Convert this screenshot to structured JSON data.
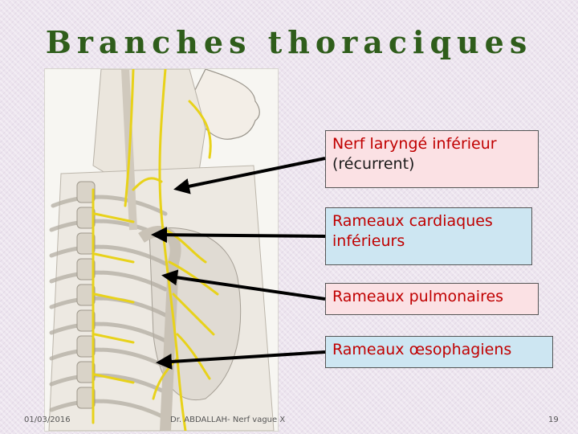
{
  "slide": {
    "title": "Branches thoraciques"
  },
  "callouts": [
    {
      "accent": "Nerf laryngé inférieur",
      "rest": "(récurrent)"
    },
    {
      "accent": "Rameaux cardiaques inférieurs",
      "rest": ""
    },
    {
      "accent": "Rameaux pulmonaires",
      "rest": ""
    },
    {
      "accent": "Rameaux œsophagiens",
      "rest": ""
    }
  ],
  "footer": {
    "date": "01/03/2016",
    "author": "Dr. ABDALLAH- Nerf vague X",
    "page": "19"
  },
  "colors": {
    "title": "#2f5d1b",
    "callout_accent": "#c00000",
    "callout_pink": "#fbe1e4",
    "callout_blue": "#cde6f2",
    "nerve": "#e8d21a"
  }
}
